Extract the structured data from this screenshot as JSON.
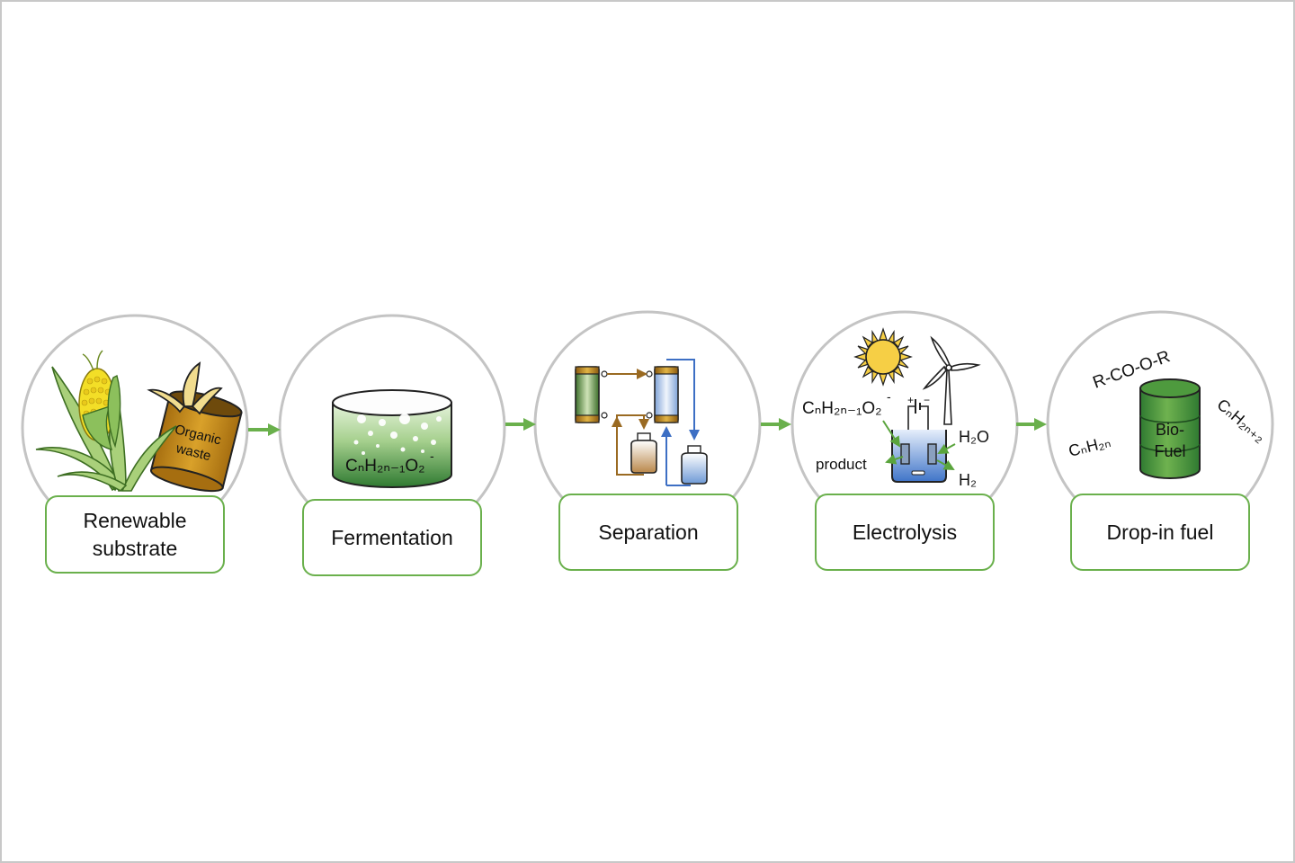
{
  "colors": {
    "accent_green": "#6ab04c",
    "circle_gray": "#c4c4c4",
    "amber": "#c8921e",
    "liquid_green": "#3e8a3c",
    "electrolyte_blue": "#5b8fd6"
  },
  "steps": [
    {
      "id": "renewable-substrate",
      "label_lines": [
        "Renewable",
        "substrate"
      ],
      "icon": "corn-and-waste-can-icon",
      "texts": {
        "can_line1": "Organic",
        "can_line2": "waste"
      }
    },
    {
      "id": "fermentation",
      "label_lines": [
        "Fermentation"
      ],
      "icon": "fermentation-tank-icon",
      "texts": {
        "formula_main": "CₙH₂ₙ₋₁O₂",
        "formula_charge": "-"
      }
    },
    {
      "id": "separation",
      "label_lines": [
        "Separation"
      ],
      "icon": "separation-columns-icon",
      "texts": {}
    },
    {
      "id": "electrolysis",
      "label_lines": [
        "Electrolysis"
      ],
      "icon": "electrolysis-cell-icon",
      "texts": {
        "formula_main": "CₙH₂ₙ₋₁O₂",
        "formula_charge": "-",
        "water": "H₂O",
        "hydrogen": "H₂",
        "product": "product",
        "plus": "+",
        "minus": "−"
      }
    },
    {
      "id": "drop-in-fuel",
      "label_lines": [
        "Drop-in fuel"
      ],
      "icon": "biofuel-barrel-icon",
      "texts": {
        "ester": "R-CO-O-R",
        "alkene": "CₙH₂ₙ",
        "alkane": "CₙH₂ₙ₊₂",
        "barrel_line1": "Bio-",
        "barrel_line2": "Fuel"
      }
    }
  ],
  "flow_arrows": [
    "substrate-to-fermentation",
    "fermentation-to-separation",
    "separation-to-electrolysis",
    "electrolysis-to-fuel"
  ]
}
